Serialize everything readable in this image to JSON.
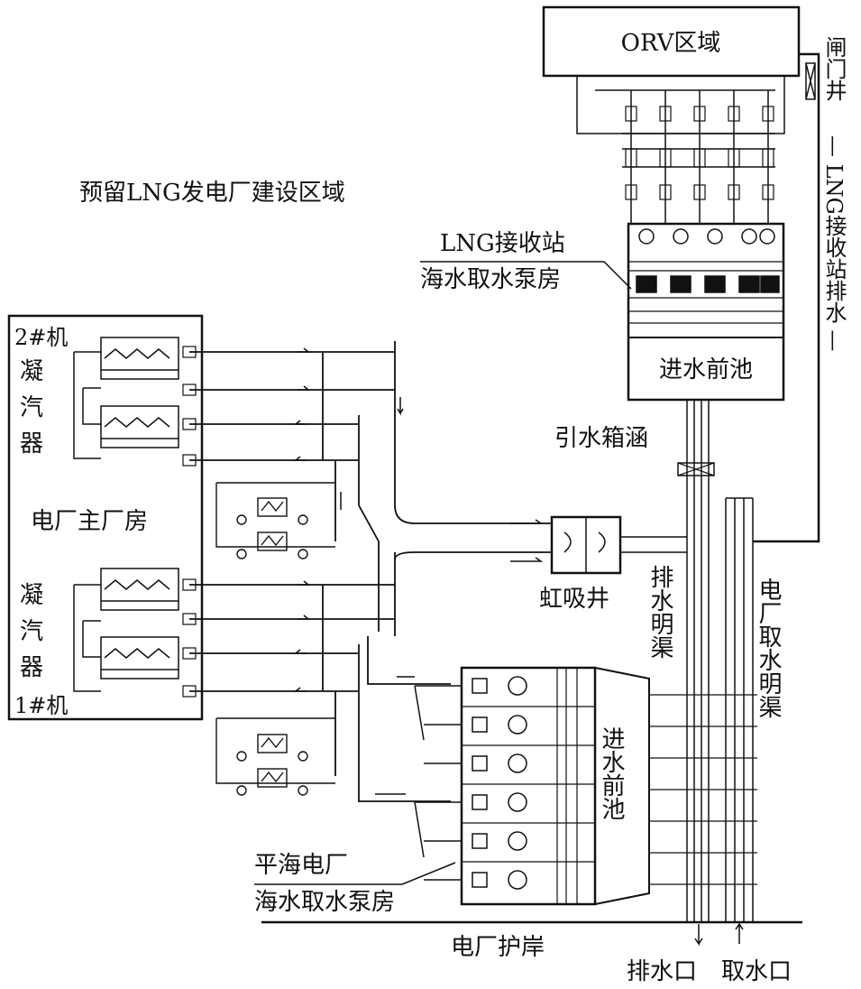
{
  "labels": {
    "orv_area": "ORV区域",
    "reserved_lng_plant": "预留LNG发电厂建设区域",
    "lng_station_line1": "LNG接收站",
    "lng_station_line2": "海水取水泵房",
    "inlet_pool_top": "进水前池",
    "intake_culvert": "引水箱涵",
    "gate_well": "闸门井",
    "lng_station_drain": "— LNG接收站排水 —",
    "unit2": "2#机",
    "condenser_top": [
      "凝",
      "汽",
      "器"
    ],
    "main_building": "电厂主厂房",
    "condenser_bottom": [
      "凝",
      "汽",
      "器"
    ],
    "unit1": "1#机",
    "siphon_well": "虹吸井",
    "drain_channel": "排水明渠",
    "intake_channel": "电厂取水明渠",
    "inlet_pool_bottom": "进水前池",
    "pinghai_line1": "平海电厂",
    "pinghai_line2": "海水取水泵房",
    "revetment": "电厂护岸",
    "outfall": "排水口",
    "intake": "取水口"
  },
  "colors": {
    "line": "#111111",
    "background": "#ffffff"
  }
}
